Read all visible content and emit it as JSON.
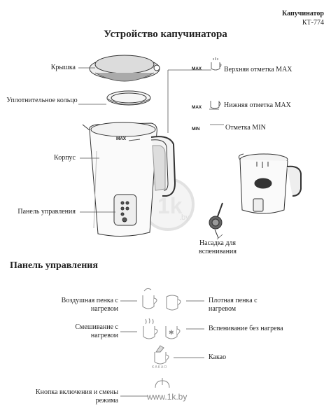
{
  "header": {
    "brand": "Капучинатор",
    "model": "КТ-774"
  },
  "title": "Устройство капучинатора",
  "device": {
    "lid": "Крышка",
    "seal": "Уплотнительное кольцо",
    "body": "Корпус",
    "panel": "Панель управления",
    "whisk": "Насадка для вспенивания"
  },
  "marks": {
    "max_icon": "MAX",
    "max_upper": "Верхняя отметка MAX",
    "max_lower": "Нижняя отметка MAX",
    "min_icon": "MIN",
    "min": "Отметка MIN",
    "jug_max": "MAX"
  },
  "panel_section": {
    "title": "Панель управления",
    "air_foam": "Воздушная пенка с нагревом",
    "dense_foam": "Плотная пенка с нагревом",
    "mixing": "Смешивание с нагревом",
    "cold_foam": "Вспенивание без нагрева",
    "cocoa": "Какао",
    "cocoa_icon_text": "KAKAO",
    "power": "Кнопка включения и смены режима"
  },
  "watermark": {
    "site": "www.1k.by",
    "logo": "1k",
    "logo_sub": ".by"
  }
}
